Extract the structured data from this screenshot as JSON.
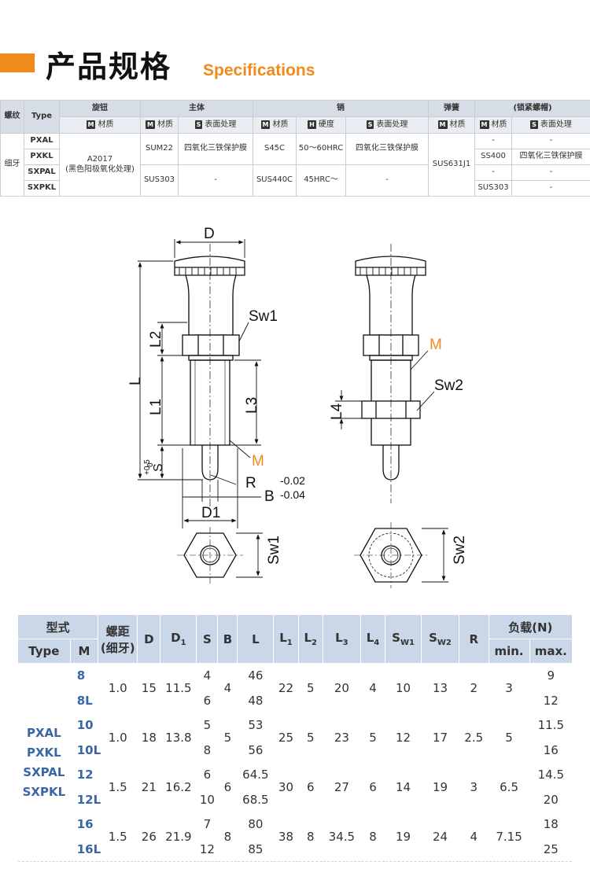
{
  "header": {
    "title_cn": "产品规格",
    "title_en": "Specifications"
  },
  "spec": {
    "h": {
      "thread": "螺纹",
      "type": "Type",
      "knob": "旋钮",
      "body": "主体",
      "pin": "销",
      "spring": "弹簧",
      "nut": "(锁紧螺帽)"
    },
    "sub": {
      "m": "M",
      "material": "材质",
      "s": "S",
      "surface": "表面处理",
      "hh": "H",
      "hardness": "硬度"
    },
    "row_thread": "细牙",
    "types": [
      "PXAL",
      "PXKL",
      "SXPAL",
      "SXPKL"
    ],
    "knob_mat": "A2017",
    "knob_surf": "(黑色阳极氧化处理)",
    "body_mat_1": "SUM22",
    "body_surf_1": "四氧化三铁保护膜",
    "body_mat_2": "SUS303",
    "body_surf_2": "-",
    "pin_mat_1": "S45C",
    "pin_hard_1": "50～60HRC",
    "pin_surf_1": "四氧化三铁保护膜",
    "pin_mat_2": "SUS440C",
    "pin_hard_2": "45HRC～",
    "pin_surf_2": "-",
    "spring_mat": "SUS631J1",
    "nut_rows": [
      {
        "mat": "-",
        "surf": "-"
      },
      {
        "mat": "SS400",
        "surf": "四氧化三铁保护膜"
      },
      {
        "mat": "-",
        "surf": "-"
      },
      {
        "mat": "SUS303",
        "surf": "-"
      }
    ]
  },
  "drawing": {
    "labels": {
      "D": "D",
      "Sw1": "Sw1",
      "L2": "L2",
      "L": "L",
      "L1": "L1",
      "L3": "L3",
      "M": "M",
      "S": "S",
      "S_tol_up": "+0.5",
      "S_tol_low": "0",
      "R": "R",
      "B": "B",
      "B_tol_up": "-0.02",
      "B_tol_low": "-0.04",
      "D1": "D1",
      "L4": "L4",
      "Sw2": "Sw2"
    }
  },
  "dims": {
    "headers": {
      "model": "型式",
      "pitch": "螺距",
      "pitch2": "(细牙)",
      "D": "D",
      "D1": "D",
      "S": "S",
      "B": "B",
      "L": "L",
      "L1": "L",
      "L2": "L",
      "L3": "L",
      "L4": "L",
      "Sw1": "S",
      "Sw2": "S",
      "R": "R",
      "load": "负载(N)",
      "type": "Type",
      "M": "M",
      "min": "min.",
      "max": "max."
    },
    "types": [
      "PXAL",
      "PXKL",
      "SXPAL",
      "SXPKL"
    ],
    "groups": [
      {
        "m": [
          "8",
          "8L"
        ],
        "pitch": "1.0",
        "D": "15",
        "D1": "11.5",
        "S": [
          "4",
          "6"
        ],
        "B": "4",
        "L": [
          "46",
          "48"
        ],
        "L1": "22",
        "L2": "5",
        "L3": "20",
        "L4": "4",
        "Sw1": "10",
        "Sw2": "13",
        "R": "2",
        "min": "3",
        "max": [
          "9",
          "12"
        ]
      },
      {
        "m": [
          "10",
          "10L"
        ],
        "pitch": "1.0",
        "D": "18",
        "D1": "13.8",
        "S": [
          "5",
          "8"
        ],
        "B": "5",
        "L": [
          "53",
          "56"
        ],
        "L1": "25",
        "L2": "5",
        "L3": "23",
        "L4": "5",
        "Sw1": "12",
        "Sw2": "17",
        "R": "2.5",
        "min": "5",
        "max": [
          "11.5",
          "16"
        ]
      },
      {
        "m": [
          "12",
          "12L"
        ],
        "pitch": "1.5",
        "D": "21",
        "D1": "16.2",
        "S": [
          "6",
          "10"
        ],
        "B": "6",
        "L": [
          "64.5",
          "68.5"
        ],
        "L1": "30",
        "L2": "6",
        "L3": "27",
        "L4": "6",
        "Sw1": "14",
        "Sw2": "19",
        "R": "3",
        "min": "6.5",
        "max": [
          "14.5",
          "20"
        ]
      },
      {
        "m": [
          "16",
          "16L"
        ],
        "pitch": "1.5",
        "D": "26",
        "D1": "21.9",
        "S": [
          "7",
          "12"
        ],
        "B": "8",
        "L": [
          "80",
          "85"
        ],
        "L1": "38",
        "L2": "8",
        "L3": "34.5",
        "L4": "8",
        "Sw1": "19",
        "Sw2": "24",
        "R": "4",
        "min": "7.15",
        "max": [
          "18",
          "25"
        ]
      }
    ]
  }
}
